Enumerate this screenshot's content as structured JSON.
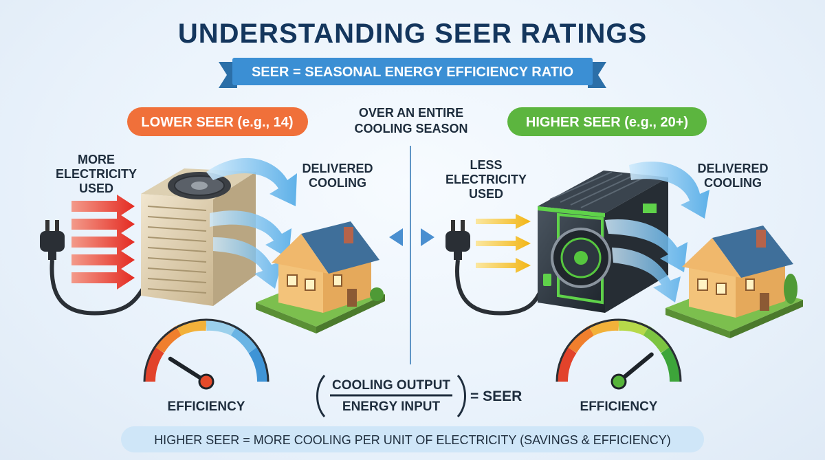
{
  "title": "UNDERSTANDING SEER RATINGS",
  "banner": "SEER = SEASONAL ENERGY EFFICIENCY RATIO",
  "center_note": [
    "OVER AN ENTIRE",
    "COOLING SEASON"
  ],
  "left": {
    "badge": "LOWER SEER (e.g., 14)",
    "input_label": [
      "MORE",
      "ELECTRICITY",
      "USED"
    ],
    "output_label": [
      "DELIVERED",
      "COOLING"
    ],
    "gauge_label": "EFFICIENCY",
    "gauge_level": 0.18
  },
  "right": {
    "badge": "HIGHER SEER (e.g., 20+)",
    "input_label": [
      "LESS",
      "ELECTRICITY",
      "USED"
    ],
    "output_label": [
      "DELIVERED",
      "COOLING"
    ],
    "gauge_label": "EFFICIENCY",
    "gauge_level": 0.78
  },
  "formula": {
    "numerator": "COOLING OUTPUT",
    "denominator": "ENERGY INPUT",
    "result": "= SEER"
  },
  "footer": "HIGHER SEER = MORE COOLING PER UNIT OF ELECTRICITY (SAVINGS & EFFICIENCY)",
  "colors": {
    "title": "#14365d",
    "banner": "#3b8fd4",
    "low_badge": "#f0703a",
    "high_badge": "#5cb53f",
    "divider": "#5f95c6",
    "footer_bg": "#cfe6f8"
  }
}
